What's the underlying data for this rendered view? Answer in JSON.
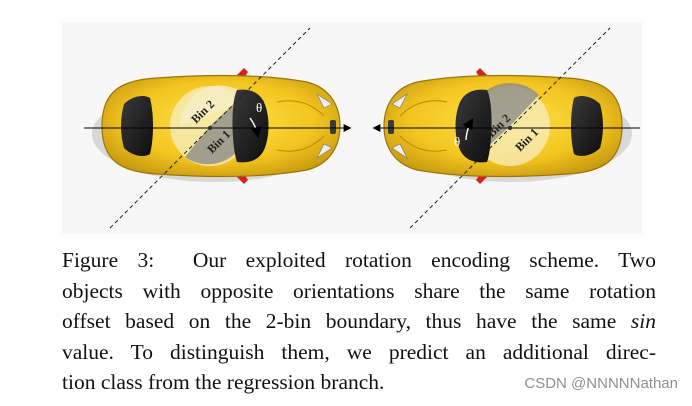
{
  "figure": {
    "left_car": {
      "bin_top_label": "Bin 2",
      "bin_bottom_label": "Bin 1",
      "angle_label": "θ"
    },
    "right_car": {
      "bin_top_label": "Bin 2",
      "bin_bottom_label": "Bin 1",
      "angle_label": "θ"
    },
    "colors": {
      "car_body": "#f3c520",
      "car_shadow": "#b08a10",
      "window": "#1a1a1a",
      "bin_light": "#f4ecc0",
      "bin_dark": "#7f7f7f",
      "red_mirror": "#d82020"
    }
  },
  "caption": {
    "line1_prefix": "Figure 3:",
    "line1_rest": "Our exploited rotation encoding scheme.  Two",
    "line2": "objects with opposite orientations share the same rotation",
    "line3_before": "offset based on the 2-bin boundary, thus have the same",
    "line3_math": "sin",
    "line4": "value.  To distinguish them, we predict an additional direc-",
    "line5": "tion class from the regression branch."
  },
  "watermark": "CSDN @NNNNNathan"
}
